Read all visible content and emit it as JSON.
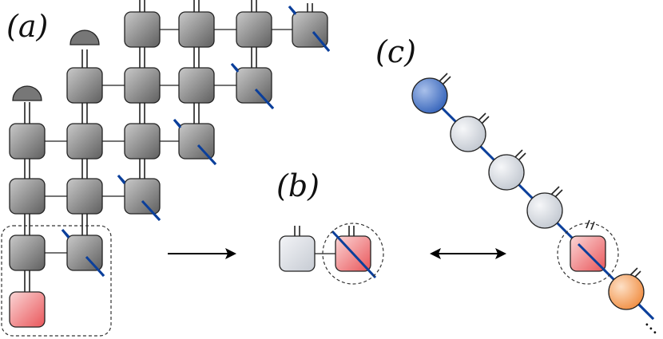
{
  "figure": {
    "labels": {
      "a": "(a)",
      "b": "(b)",
      "c": "(c)"
    },
    "ellipsis": "...",
    "colors": {
      "tensor_gray": "#8a8a8a",
      "tensor_light": "#e1e4ea",
      "tensor_red": "#f08a8a",
      "tensor_blue": "#4f77c4",
      "tensor_orange": "#f6a060",
      "physical_leg": "#0b3f9b"
    },
    "icons": [
      "double-leg",
      "physical-leg",
      "boundary-cap",
      "right-arrow",
      "double-headed-arrow"
    ]
  }
}
